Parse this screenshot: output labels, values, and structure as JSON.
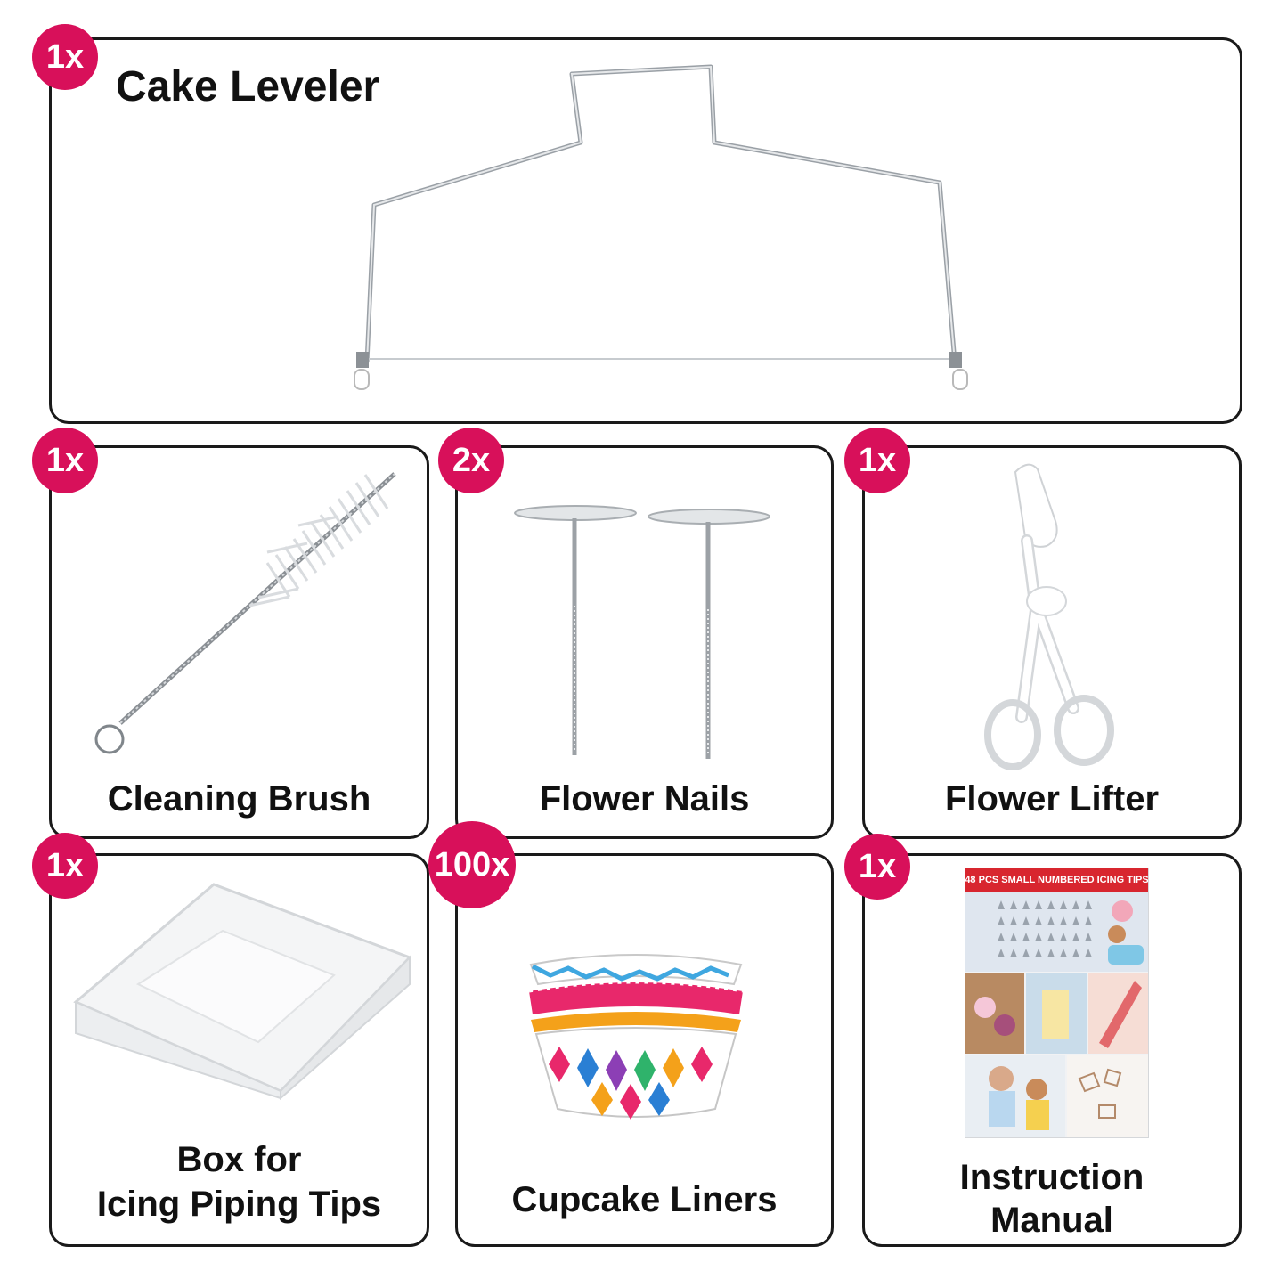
{
  "colors": {
    "badge": "#d8105a",
    "border": "#1a1a1a",
    "text": "#111111"
  },
  "items": {
    "cake_leveler": {
      "qty": "1x",
      "label": "Cake Leveler"
    },
    "cleaning_brush": {
      "qty": "1x",
      "label": "Cleaning Brush"
    },
    "flower_nails": {
      "qty": "2x",
      "label": "Flower Nails"
    },
    "flower_lifter": {
      "qty": "1x",
      "label": "Flower Lifter"
    },
    "tip_box": {
      "qty": "1x",
      "label_line1": "Box for",
      "label_line2": "Icing Piping Tips"
    },
    "cupcake_liners": {
      "qty": "100x",
      "label": "Cupcake Liners"
    },
    "manual": {
      "qty": "1x",
      "label_line1": "Instruction",
      "label_line2": "Manual",
      "cover_title": "48 PCS SMALL NUMBERED ICING TIPS"
    }
  }
}
